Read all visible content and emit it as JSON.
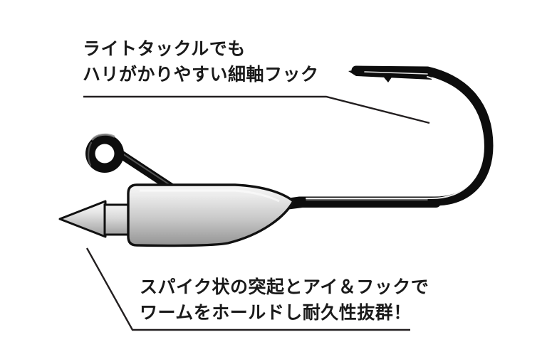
{
  "illustration": {
    "title": "fishing-jig-head-diagram",
    "background_color": "#ffffff"
  },
  "callouts": {
    "top": {
      "name": "hook-feature-callout",
      "line1": "ライトタックルでも",
      "line2": "ハリがかりやすい細軸フック",
      "color": "#1a1a1a"
    },
    "bottom": {
      "name": "head-feature-callout",
      "line1": "スパイク状の突起とアイ＆フックで",
      "line2": "ワームをホールドし耐久性抜群！",
      "color": "#1a1a1a"
    }
  },
  "leader_lines": {
    "top": {
      "name": "top-leader-line",
      "color": "#231f20",
      "width": 2.4
    },
    "bottom": {
      "name": "bottom-leader-line",
      "color": "#231f20",
      "width": 2.4
    }
  },
  "lure": {
    "name": "jig-head-lure",
    "hook": {
      "name": "fishing-hook",
      "color": "#0d0d0d",
      "highlight_color": "#ffffff"
    },
    "head_body": {
      "name": "jig-head-body",
      "outline_color": "#111111",
      "gradient_top": "#f2f2f2",
      "gradient_bottom": "#949494"
    },
    "spike": {
      "name": "worm-keeper-spike",
      "outline_color": "#111111",
      "gradient_top": "#f5f5f5",
      "gradient_bottom": "#9a9a9a"
    },
    "eye": {
      "name": "hook-eye-ring",
      "color": "#0d0d0d"
    }
  }
}
